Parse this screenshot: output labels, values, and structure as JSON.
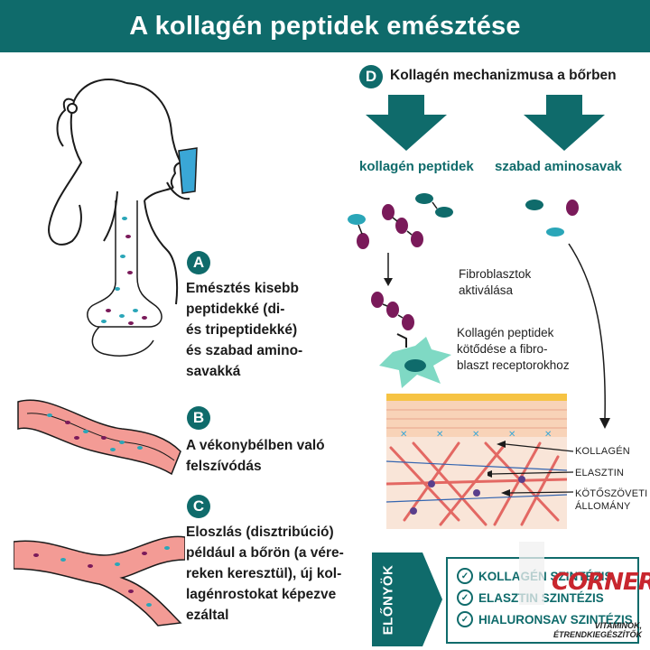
{
  "title": "A kollagén peptidek emésztése",
  "steps": {
    "a": {
      "letter": "A",
      "lines": [
        "Emésztés kisebb",
        "peptidekké (di-",
        "és tripeptidekké)",
        "és szabad amino-",
        "savakká"
      ]
    },
    "b": {
      "letter": "B",
      "lines": [
        "A vékonybélben való",
        "felszívódás"
      ]
    },
    "c": {
      "letter": "C",
      "lines": [
        "Eloszlás (disztribúció)",
        "például a bőrön (a vére-",
        "reken keresztül), új kol-",
        "lagénrostokat képezve",
        "ezáltal"
      ]
    },
    "d": {
      "letter": "D",
      "heading": "Kollagén mechanizmusa a bőrben"
    }
  },
  "mechanism": {
    "left_label": "kollagén peptidek",
    "right_label": "szabad aminosavak",
    "fibroblast_note": [
      "Fibroblasztok",
      "aktiválása"
    ],
    "binding_note": [
      "Kollagén peptidek",
      "kötődése a fibro-",
      "blaszt receptorokhoz"
    ]
  },
  "skin_labels": {
    "collagen": "KOLLAGÉN",
    "elastin": "ELASZTIN",
    "matrix_line1": "KÖTŐSZÖVETI",
    "matrix_line2": "ÁLLOMÁNY"
  },
  "benefits": {
    "band_label": "ELŐNYÖK",
    "items": [
      "KOLLAGÉN SZINTÉZIS",
      "ELASZTIN SZINTÉZIS",
      "HIALURONSAV SZINTÉZIS"
    ]
  },
  "logo": {
    "name": "CORNER",
    "tagline_1": "VITAMINOK,",
    "tagline_2": "ÉTRENDKIEGÉSZÍTŐK"
  },
  "colors": {
    "teal": "#0f6b6b",
    "purple": "#7a1a5a",
    "cyan": "#2aa6b8",
    "skin_pink": "#f39b95",
    "vessel_red": "#d9534f"
  }
}
